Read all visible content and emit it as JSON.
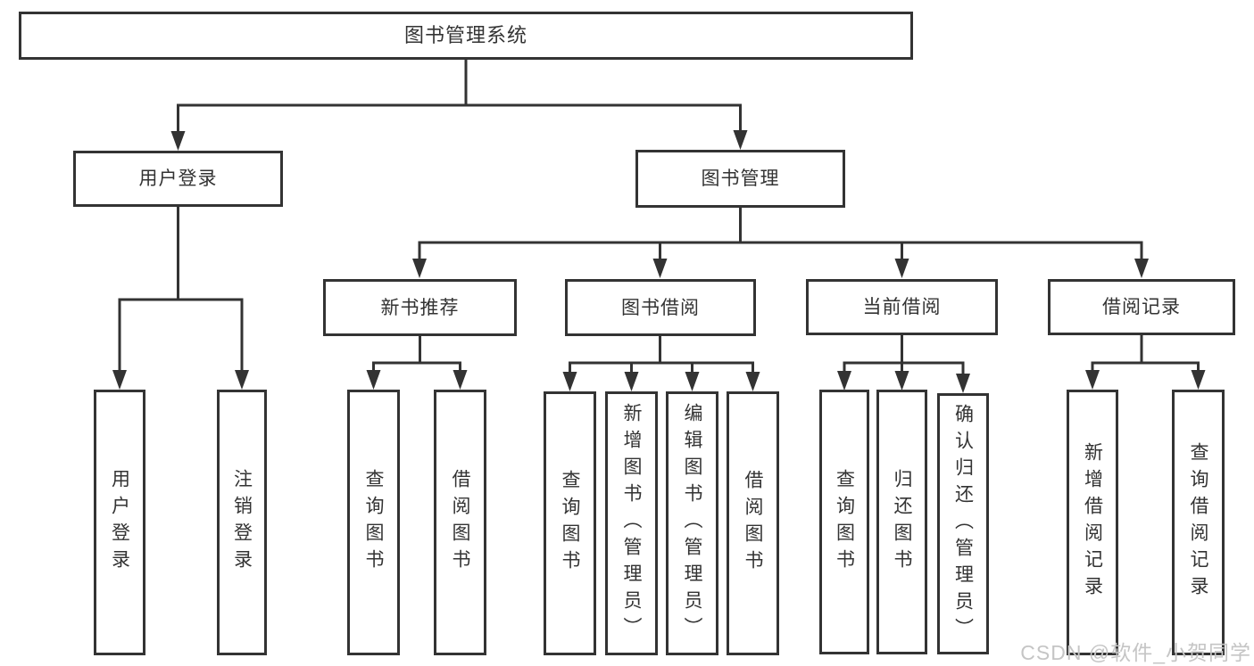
{
  "colors": {
    "line": "#333333",
    "text": "#333333",
    "box_background": "#ffffff",
    "page_background": "#ffffff",
    "watermark": "#c5c5c5"
  },
  "watermark": {
    "text": "CSDN @软件_小贺同学"
  },
  "diagram": {
    "root": {
      "label": "图书管理系统",
      "children": [
        {
          "label": "用户登录",
          "children": [
            {
              "label": "用户登录"
            },
            {
              "label": "注销登录"
            }
          ]
        },
        {
          "label": "图书管理",
          "children": [
            {
              "label": "新书推荐",
              "children": [
                {
                  "label": "查询图书"
                },
                {
                  "label": "借阅图书"
                }
              ]
            },
            {
              "label": "图书借阅",
              "children": [
                {
                  "label": "查询图书"
                },
                {
                  "label": "新增图书（管理员）"
                },
                {
                  "label": "编辑图书（管理员）"
                },
                {
                  "label": "借阅图书"
                }
              ]
            },
            {
              "label": "当前借阅",
              "children": [
                {
                  "label": "查询图书"
                },
                {
                  "label": "归还图书"
                },
                {
                  "label": "确认归还（管理员）"
                }
              ]
            },
            {
              "label": "借阅记录",
              "children": [
                {
                  "label": "新增借阅记录"
                },
                {
                  "label": "查询借阅记录"
                }
              ]
            }
          ]
        }
      ]
    }
  }
}
